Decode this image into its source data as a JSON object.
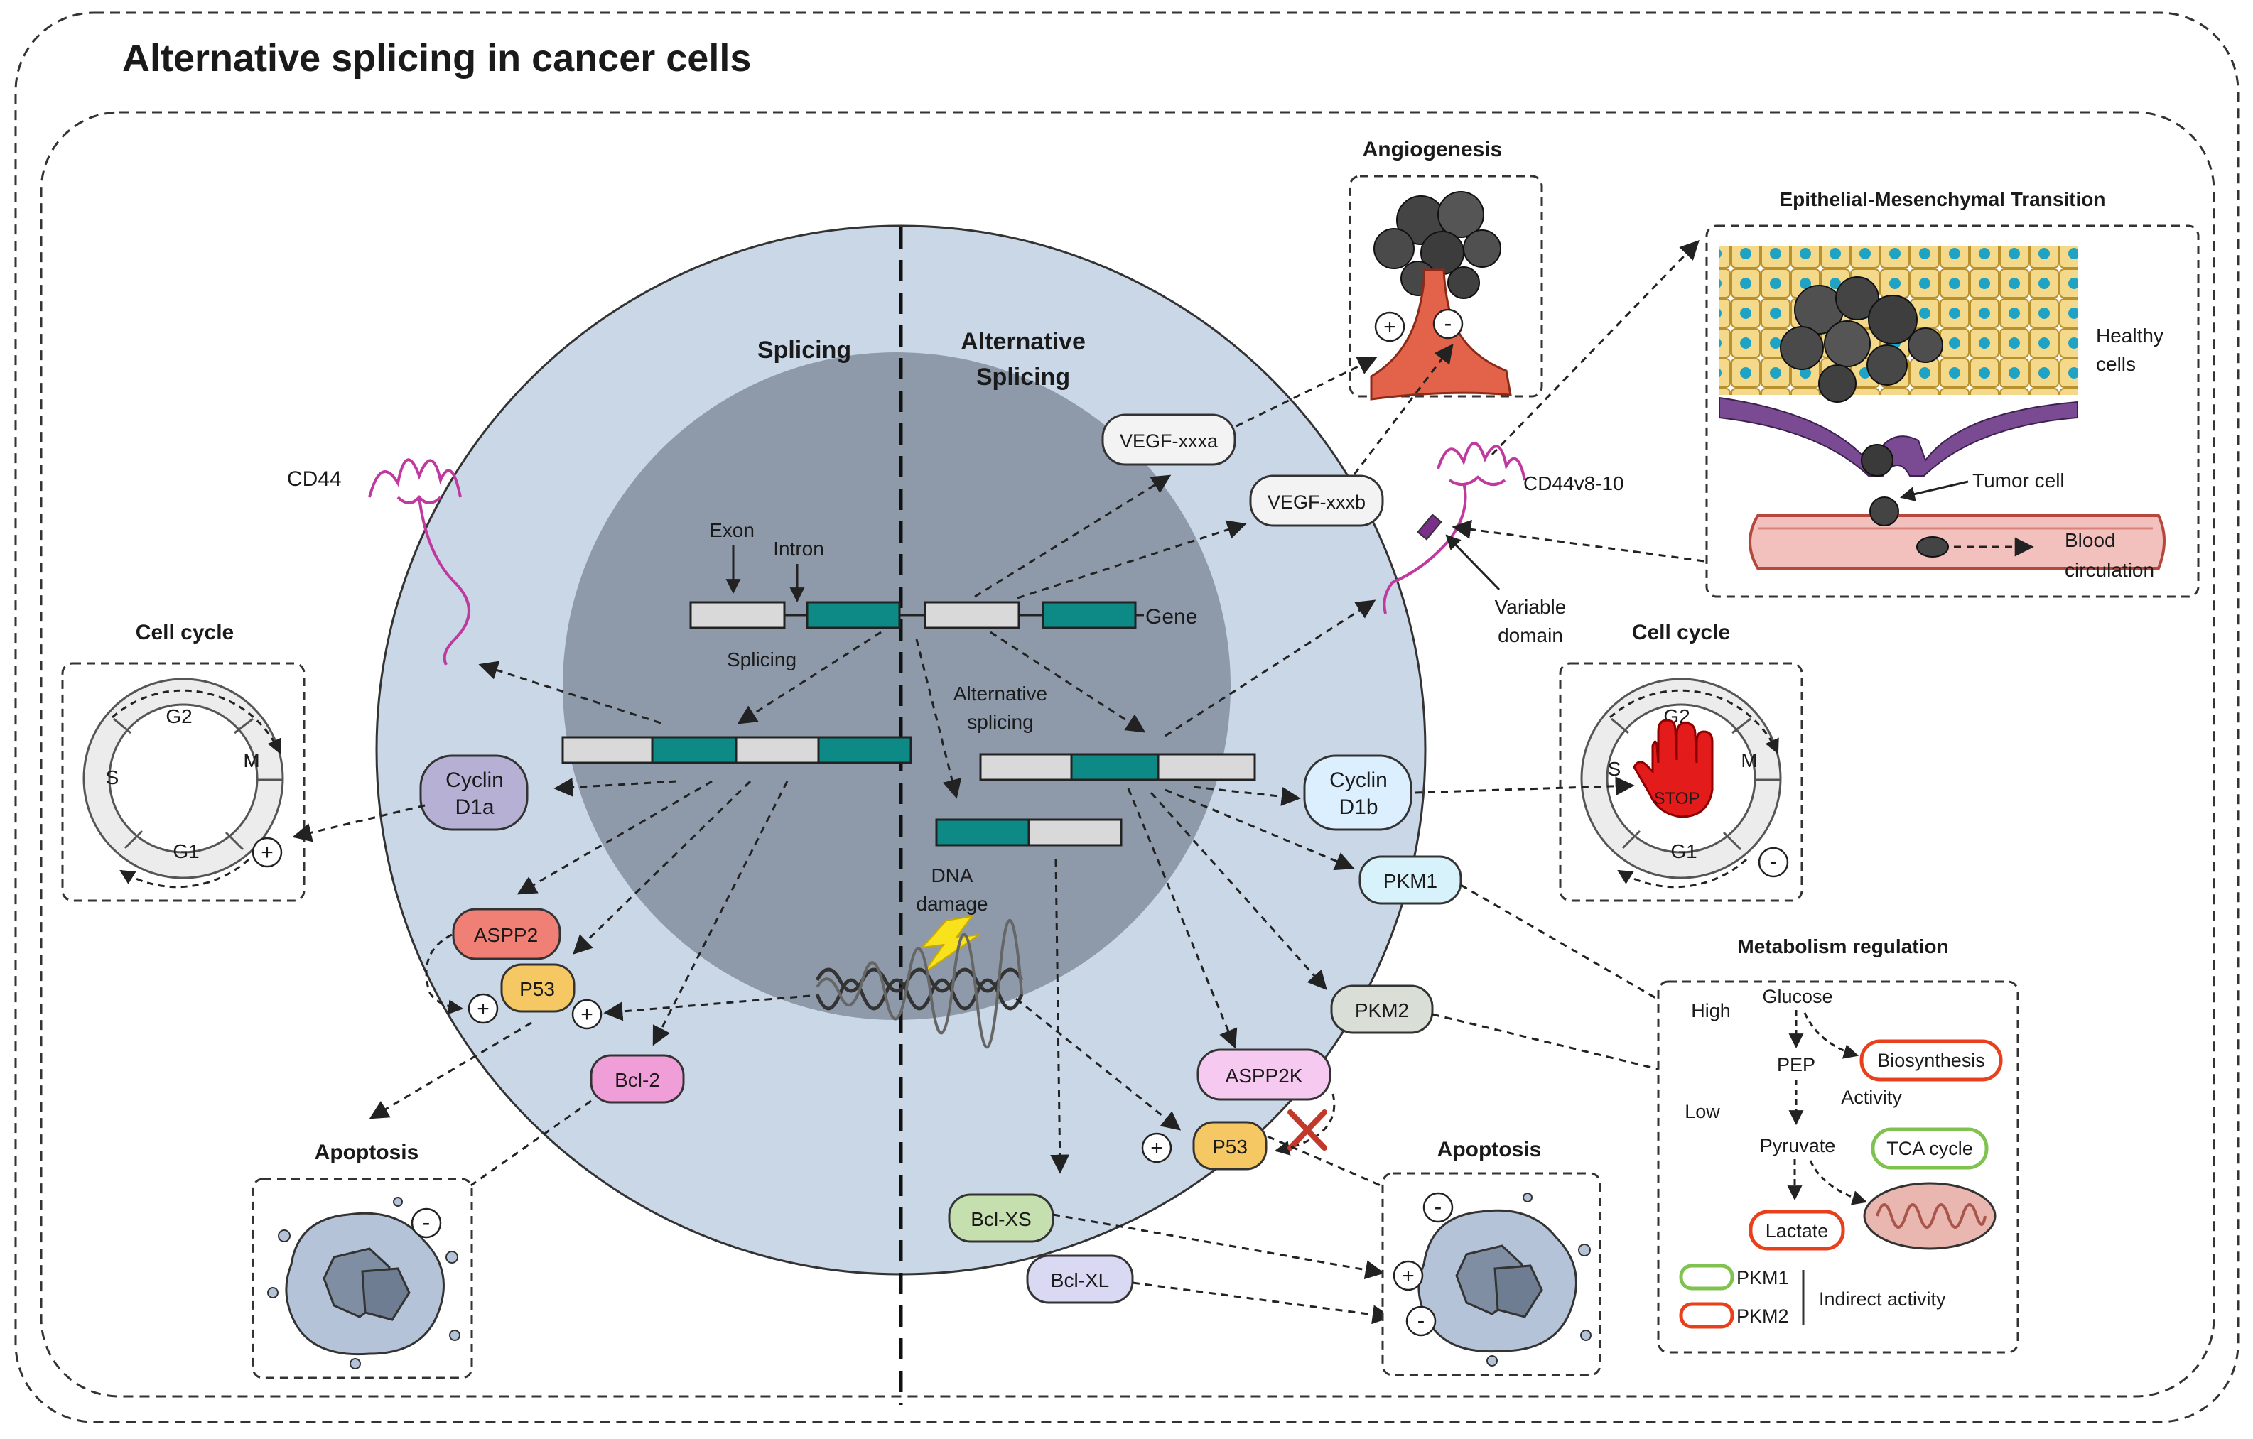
{
  "title": "Alternative splicing in cancer cells",
  "nucleus": {
    "splicing_header": "Splicing",
    "alt_header_line1": "Alternative",
    "alt_header_line2": "Splicing",
    "exon": "Exon",
    "intron": "Intron",
    "gene": "Gene",
    "splicing": "Splicing",
    "alt_splicing_line1": "Alternative",
    "alt_splicing_line2": "splicing",
    "dna_damage_line1": "DNA",
    "dna_damage_line2": "damage"
  },
  "left": {
    "cd44": "CD44",
    "cell_cycle_title": "Cell cycle",
    "phases": {
      "g2": "G2",
      "m": "M",
      "s": "S",
      "g1": "G1"
    },
    "plus": "+",
    "cyclin_line1": "Cyclin",
    "cyclin_line2": "D1a",
    "aspp2": "ASPP2",
    "p53": "P53",
    "bcl2": "Bcl-2",
    "apoptosis_title": "Apoptosis",
    "minus": "-"
  },
  "right": {
    "angiogenesis_title": "Angiogenesis",
    "vegf_a": "VEGF-xxxa",
    "vegf_b": "VEGF-xxxb",
    "cd44v": "CD44v8-10",
    "variable_line1": "Variable",
    "variable_line2": "domain",
    "emt_title": "Epithelial-Mesenchymal Transition",
    "healthy_line1": "Healthy",
    "healthy_line2": "cells",
    "tumor_cell": "Tumor cell",
    "blood_line1": "Blood",
    "blood_line2": "circulation",
    "cell_cycle_title": "Cell cycle",
    "phases": {
      "g2": "G2",
      "m": "M",
      "s": "S",
      "g1": "G1"
    },
    "stop": "STOP",
    "cyclin_line1": "Cyclin",
    "cyclin_line2": "D1b",
    "pkm1": "PKM1",
    "pkm2": "PKM2",
    "aspp2k": "ASPP2K",
    "p53": "P53",
    "bclxs": "Bcl-XS",
    "bclxl": "Bcl-XL",
    "apoptosis_title": "Apoptosis",
    "plus": "+",
    "minus": "-"
  },
  "metabolism": {
    "title": "Metabolism regulation",
    "glucose": "Glucose",
    "high": "High",
    "pep": "PEP",
    "biosynthesis": "Biosynthesis",
    "activity": "Activity",
    "low": "Low",
    "pyruvate": "Pyruvate",
    "tca": "TCA cycle",
    "lactate": "Lactate",
    "pkm1": "PKM1",
    "pkm2": "PKM2",
    "indirect": "Indirect activity"
  },
  "colors": {
    "cell": "#c9d7e6",
    "nucleus": "#8e9aaa",
    "exon_teal": "#0e8a86",
    "exon_grey": "#d9d9d9",
    "cd44": "#c0399f",
    "aspp2": "#f07f75",
    "p53": "#f6c864",
    "bcl2": "#ef9ed8",
    "cyclin_d1a": "#b6b0d4",
    "cyclin_d1b": "#dcefff",
    "pkm1": "#d7f2fb",
    "pkm2": "#d9dfd7",
    "aspp2k": "#f6c9f0",
    "bclxs": "#c6dfae",
    "bclxl": "#d9d9f4",
    "stop_red": "#e31b1b",
    "green_outline": "#7fc24f",
    "red_outline": "#e8401c"
  }
}
